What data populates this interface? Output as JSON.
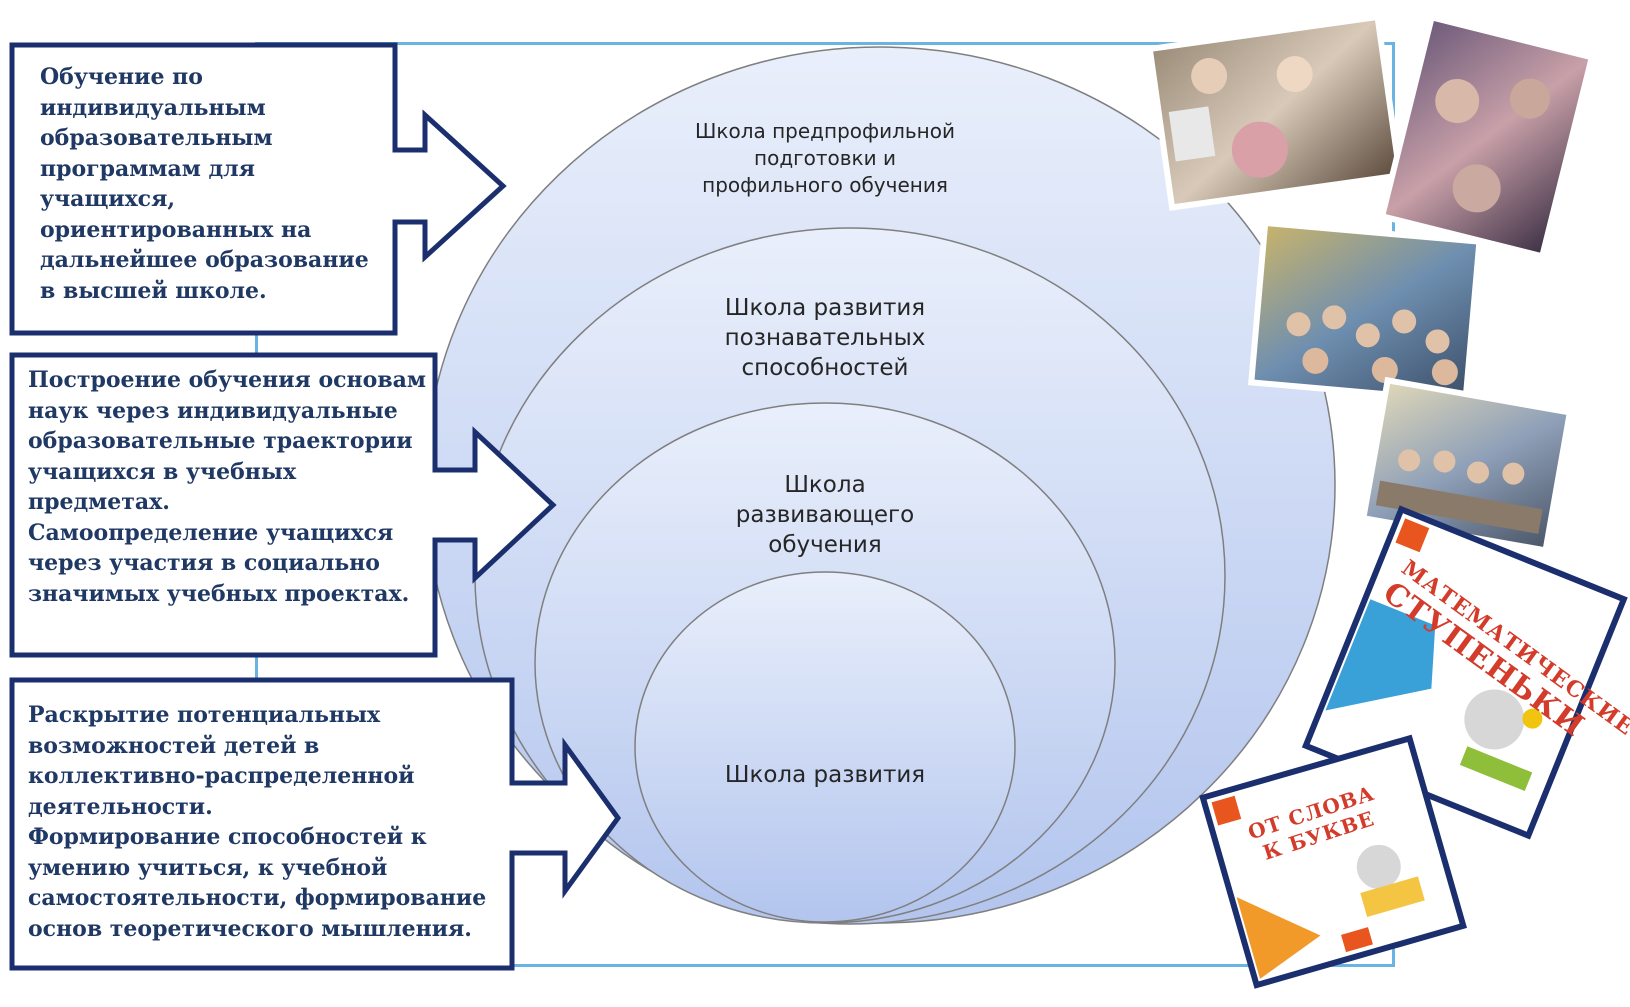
{
  "callouts": [
    {
      "lines": [
        "Обучение по",
        "индивидуальным",
        "образовательным",
        "программам для",
        "учащихся,",
        "ориентированных на",
        "дальнейшее образование",
        "в высшей школе."
      ]
    },
    {
      "lines": [
        "Построение обучения  основам",
        "наук через индивидуальные",
        "образовательные траектории",
        "учащихся в учебных",
        "предметах.",
        "Самоопределение учащихся",
        "через участия в социально",
        "значимых учебных проектах."
      ]
    },
    {
      "lines": [
        "Раскрытие потенциальных",
        "возможностей детей в",
        "коллективно-распределенной",
        "деятельности.",
        "Формирование способностей к",
        "умению учиться, к учебной",
        "самостоятельности, формирование",
        "основ теоретического мышления."
      ]
    }
  ],
  "circles": [
    {
      "lines": [
        "Школа предпрофильной",
        "подготовки и",
        "профильного обучения"
      ]
    },
    {
      "lines": [
        "Школа развития",
        "познавательных",
        "способностей"
      ]
    },
    {
      "lines": [
        "Школа",
        "развивающего",
        "обучения"
      ]
    },
    {
      "lines": [
        "Школа развития"
      ]
    }
  ],
  "books": [
    {
      "title_lines": [
        "МАТЕМАТИЧЕСКИЕ",
        "СТУПЕНЬКИ"
      ]
    },
    {
      "title_lines": [
        "ОТ СЛОВА",
        "К БУКВЕ"
      ]
    }
  ],
  "colors": {
    "callout_border": "#1b2f6e",
    "callout_text": "#1f3864",
    "frame": "#6ab4e3",
    "circle_fill_top": "#e8eefa",
    "circle_fill_bottom": "#b5c7ee"
  }
}
